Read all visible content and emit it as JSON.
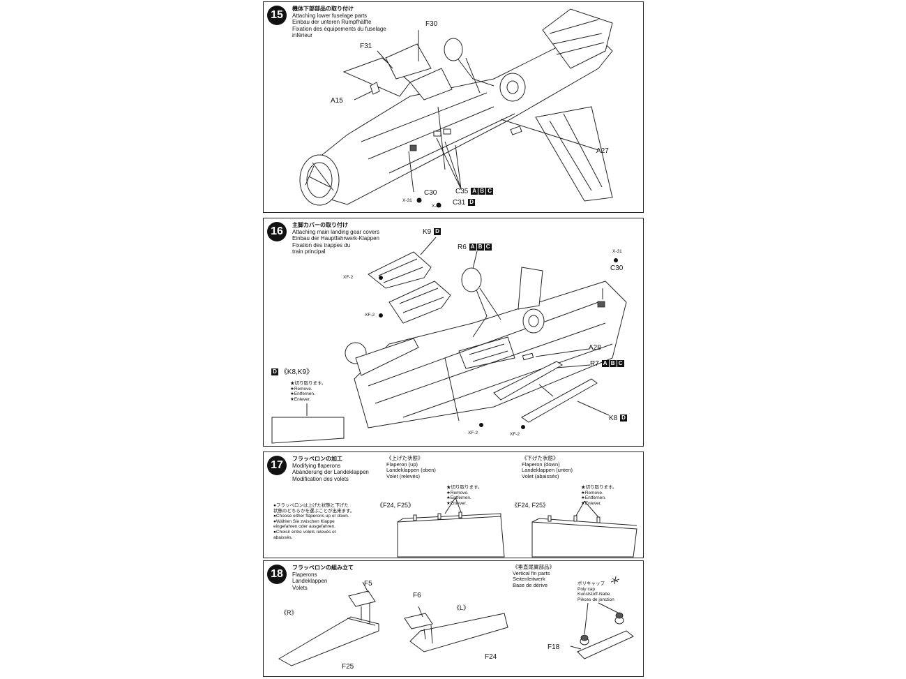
{
  "step15": {
    "number": "15",
    "title_jp": "機体下部部品の取り付け",
    "title_en": "Attaching lower fuselage parts",
    "title_de": "Einbau der unteren Rumpfhälfte",
    "title_fr1": "Fixation des équipements du fuselage",
    "title_fr2": "inférieur",
    "parts": {
      "f30": "F30",
      "f31": "F31",
      "a15": "A15",
      "a27": "A27",
      "c30": "C30",
      "c35": "C35",
      "c31": "C31",
      "x31a": "X-31",
      "x31b": "X-31"
    },
    "variants_abc": [
      "A",
      "B",
      "C"
    ],
    "variant_d": "D"
  },
  "step16": {
    "number": "16",
    "title_jp": "主脚カバーの取り付け",
    "title_en": "Attaching main landing gear covers",
    "title_de": "Einbau der Hauptfahrwerk-Klappen",
    "title_fr1": "Fixation des trappes du",
    "title_fr2": "train principal",
    "parts": {
      "k9": "K9",
      "r6": "R6",
      "x31": "X-31",
      "c30": "C30",
      "a28": "A28",
      "r7": "R7",
      "k8": "K8",
      "xf2a": "XF-2",
      "xf2b": "XF-2",
      "xf2c": "XF-2",
      "xf2d": "XF-2"
    },
    "variants_abc": [
      "A",
      "B",
      "C"
    ],
    "variant_d": "D",
    "d_callout": "《K8,K9》",
    "remove_notes": [
      "★切り取ります。",
      "★Remove.",
      "★Entfernen.",
      "★Enlever."
    ]
  },
  "step17": {
    "number": "17",
    "title_jp": "フラッペロンの加工",
    "title_en": "Modifying flaperons",
    "title_de": "Abänderung der Landeklappen",
    "title_fr": "Modification des volets",
    "up": {
      "jp": "《上げた状態》",
      "en": "Flaperon (up)",
      "de": "Landeklappen (oben)",
      "fr": "Volet (relevés)",
      "parts": "《F24, F25》"
    },
    "down": {
      "jp": "《下げた状態》",
      "en": "Flaperon (down)",
      "de": "Landeklappen (unten)",
      "fr": "Volet (abaissés)",
      "parts": "《F24, F25》"
    },
    "remove_notes": [
      "★切り取ります。",
      "★Remove.",
      "★Entfernen.",
      "★Enlever."
    ],
    "choose_notes": [
      "●フラッペロンは上げた状態と下げた",
      "状態のどちらかを選ぶことが出来ます。",
      "●Choose either flaperons up or down.",
      "●Wählen Sie zwischen Klappe",
      "eingefahren oder ausgefahren.",
      "●Choisir entre volets relevés et",
      "abaissés."
    ]
  },
  "step18": {
    "number": "18",
    "title_jp": "フラッペロンの組み立て",
    "title_en": "Flaperons",
    "title_de": "Landeklappen",
    "title_fr": "Volets",
    "vfin": {
      "jp": "《垂直尾翼部品》",
      "en": "Vertical fin parts",
      "de": "Seitenleitwerk",
      "fr": "Base de dérive"
    },
    "polycap": {
      "jp": "ポリキャップ",
      "en": "Poly cap",
      "de": "Kunststoff-Nabe",
      "fr": "Pièces de jonction"
    },
    "right": "《R》",
    "left": "《L》",
    "parts": {
      "f5": "F5",
      "f6": "F6",
      "f25": "F25",
      "f24": "F24",
      "f18": "F18"
    }
  }
}
